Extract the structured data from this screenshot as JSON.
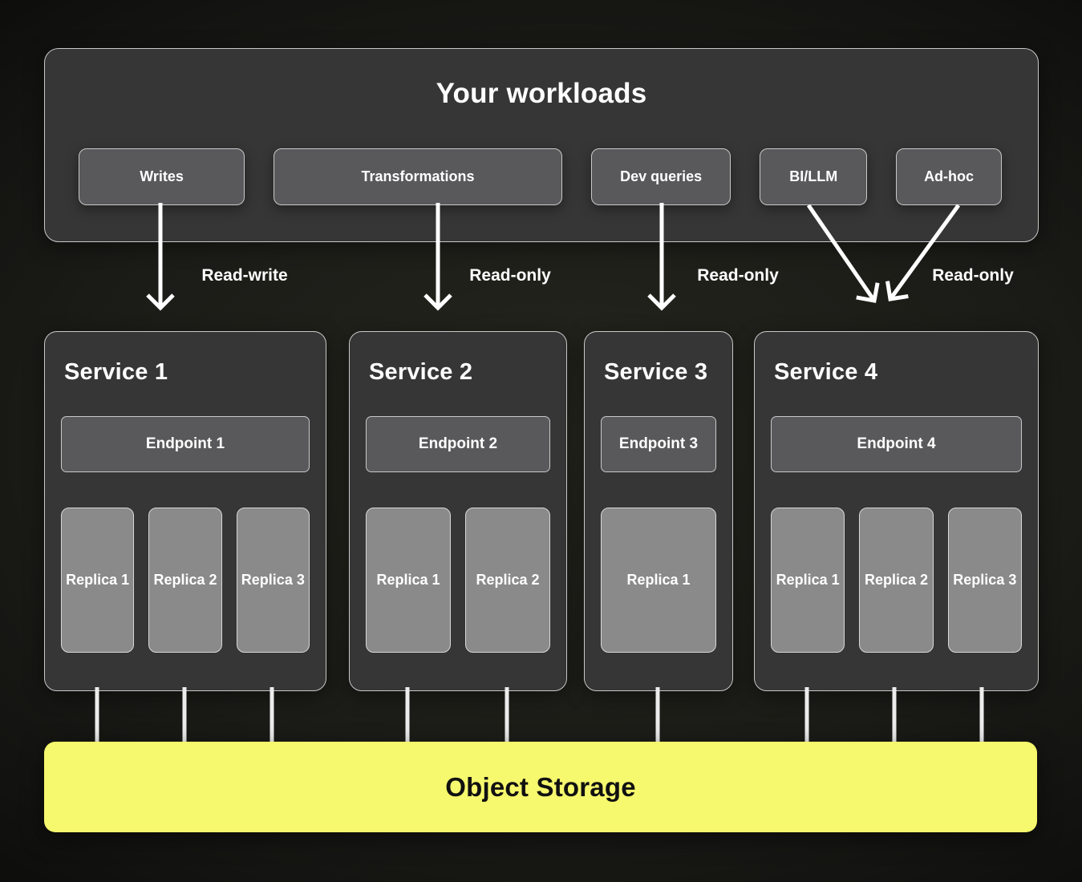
{
  "workloads": {
    "title": "Your workloads",
    "items": [
      "Writes",
      "Transformations",
      "Dev queries",
      "BI/LLM",
      "Ad-hoc"
    ]
  },
  "flows": [
    {
      "label": "Read-write"
    },
    {
      "label": "Read-only"
    },
    {
      "label": "Read-only"
    },
    {
      "label": "Read-only"
    }
  ],
  "services": [
    {
      "title": "Service 1",
      "endpoint": "Endpoint 1",
      "replicas": [
        "Replica 1",
        "Replica 2",
        "Replica 3"
      ]
    },
    {
      "title": "Service 2",
      "endpoint": "Endpoint 2",
      "replicas": [
        "Replica 1",
        "Replica 2"
      ]
    },
    {
      "title": "Service 3",
      "endpoint": "Endpoint 3",
      "replicas": [
        "Replica 1"
      ]
    },
    {
      "title": "Service 4",
      "endpoint": "Endpoint 4",
      "replicas": [
        "Replica 1",
        "Replica 2",
        "Replica 3"
      ]
    }
  ],
  "storage": {
    "label": "Object Storage"
  },
  "colors": {
    "accent_yellow": "#f6f86d",
    "panel_bg": "#363636",
    "chip_bg": "#59595b",
    "replica_bg": "#8a8a8a",
    "border_light": "#c9c9c9",
    "arrow": "#ffffff"
  }
}
